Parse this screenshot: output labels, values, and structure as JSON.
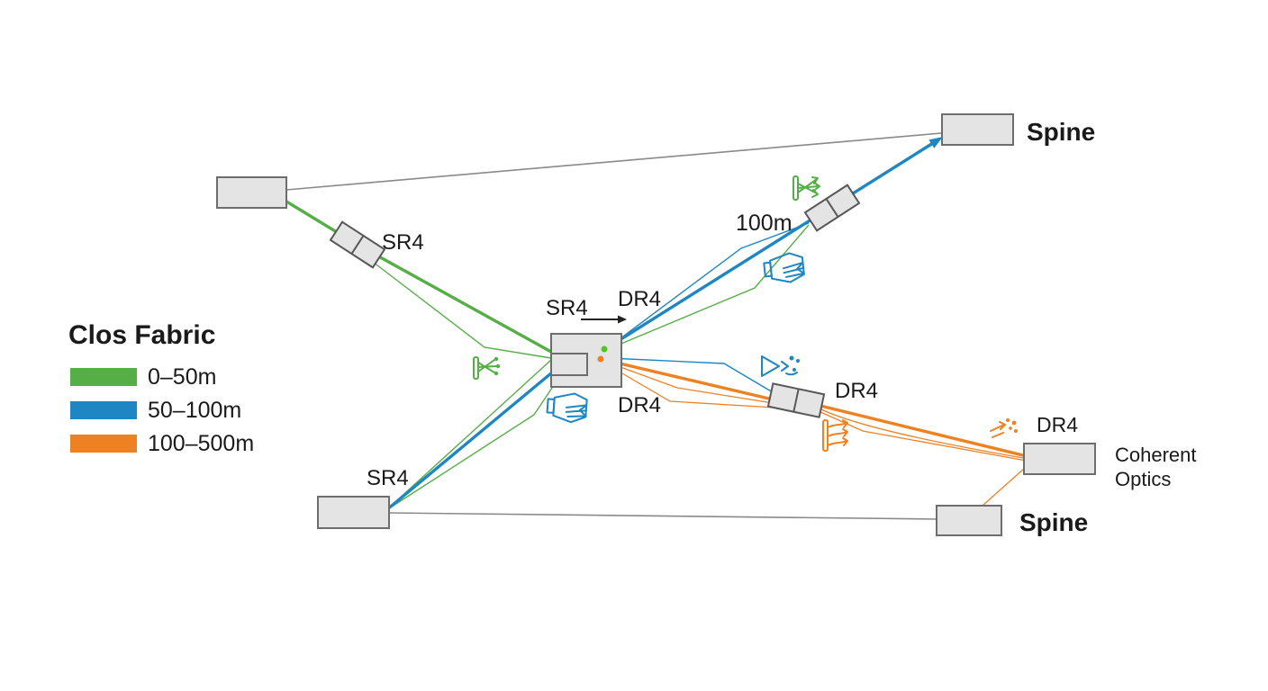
{
  "legend": {
    "title": "Clos Fabric",
    "items": [
      {
        "label": "0–50m",
        "color": "#56ae47"
      },
      {
        "label": "50–100m",
        "color": "#1e86c3"
      },
      {
        "label": "100–500m",
        "color": "#ee8122"
      }
    ]
  },
  "labels": {
    "spine_top": "Spine",
    "spine_bottom": "Spine",
    "coherent_1": "Coherent",
    "coherent_2": "Optics",
    "sr4_top": "SR4",
    "sr4_center": "SR4",
    "sr4_bottom": "SR4",
    "dr4_upper": "DR4",
    "dr4_lower": "DR4",
    "dr4_mid": "DR4",
    "dr4_coherent": "DR4",
    "distance_100m": "100m"
  },
  "colors": {
    "green": "#56ae47",
    "blue": "#1e86c3",
    "orange": "#ee8122",
    "gray_link": "#8a8a8a",
    "node_fill": "#e4e4e4",
    "node_border": "#6d6d6d",
    "xcvr_border": "#585858",
    "text": "#1a1a1a",
    "dot_green": "#55c41e"
  }
}
